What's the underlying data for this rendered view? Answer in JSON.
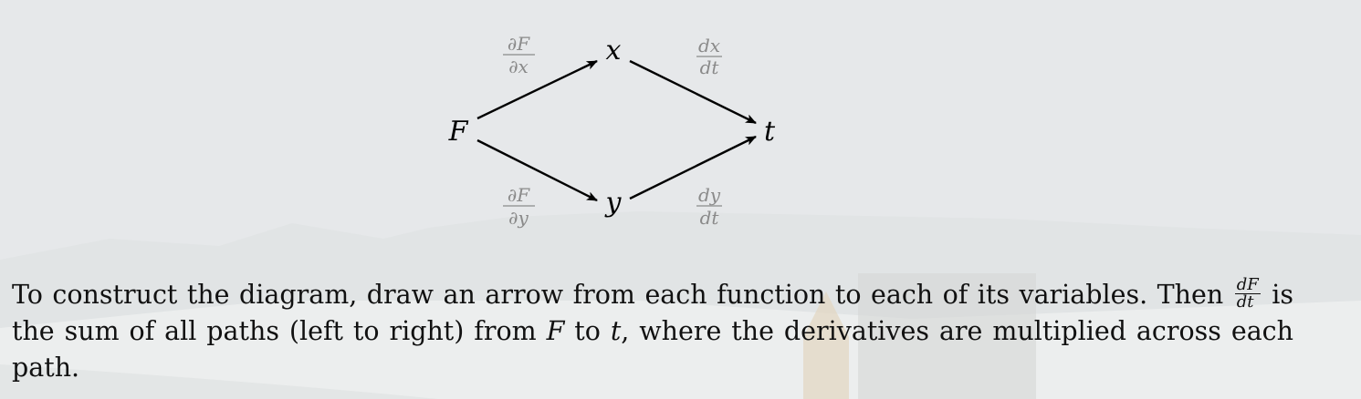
{
  "nodes": {
    "F": "F",
    "x": "x",
    "y": "y",
    "t": "t"
  },
  "edge_labels": {
    "F_x": {
      "num": "∂F",
      "den": "∂x"
    },
    "F_y": {
      "num": "∂F",
      "den": "∂y"
    },
    "x_t": {
      "num": "dx",
      "den": "dt"
    },
    "y_t": {
      "num": "dy",
      "den": "dt"
    }
  },
  "paragraph": {
    "part1": "To construct the diagram, draw an arrow from each function to each of its variables. Then ",
    "frac_num": "dF",
    "frac_den": "dt",
    "part2": " is the sum of all paths (left to right) from ",
    "var_F": "F",
    "part3": " to ",
    "var_t": "t",
    "part4": ", where the derivatives are multiplied across each path."
  },
  "colors": {
    "edge": "#000000",
    "label": "#8a8a8a",
    "text": "#111111",
    "background": "#e6e8ea"
  }
}
